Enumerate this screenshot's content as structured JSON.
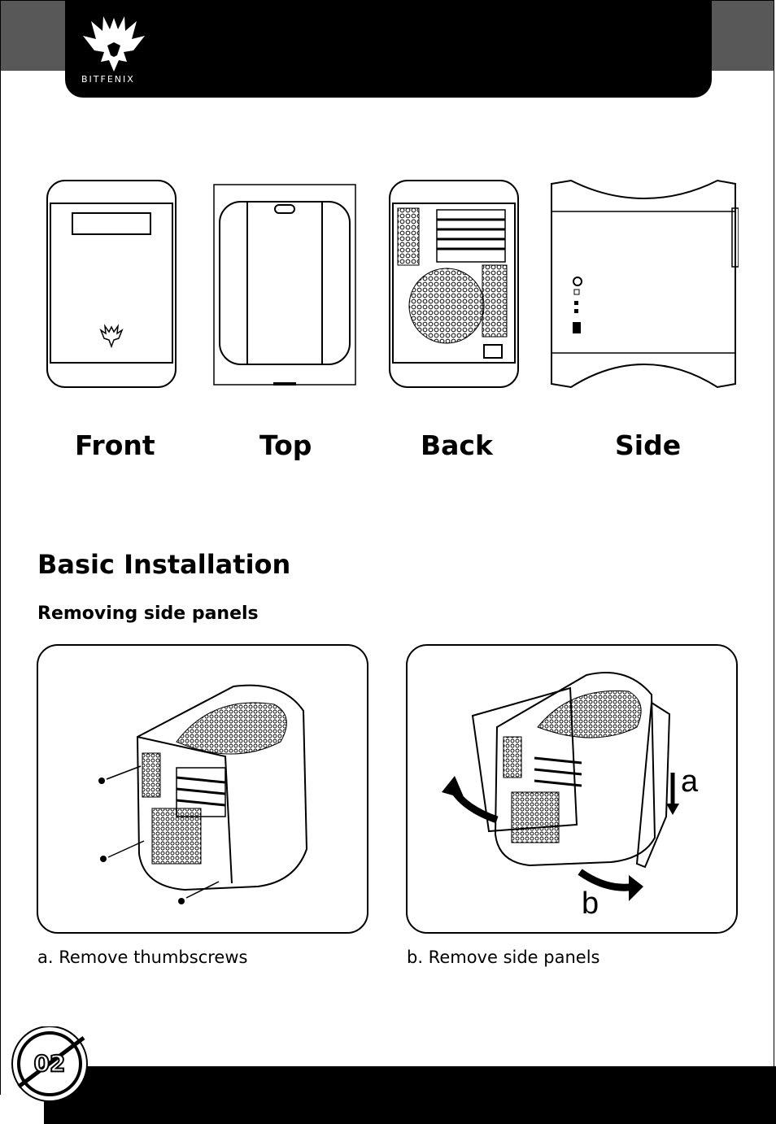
{
  "header": {
    "brand": "BITFENIX",
    "brand_word": "BITFENIX"
  },
  "views": {
    "front_label": "Front",
    "top_label": "Top",
    "back_label": "Back",
    "side_label": "Side"
  },
  "section": {
    "title": "Basic Installation",
    "subtitle": "Removing side panels"
  },
  "steps": [
    {
      "caption": "a. Remove thumbscrews"
    },
    {
      "caption": "b. Remove side panels",
      "arrow_label_a": "a",
      "arrow_label_b": "b"
    }
  ],
  "footer": {
    "page_number": "02"
  }
}
